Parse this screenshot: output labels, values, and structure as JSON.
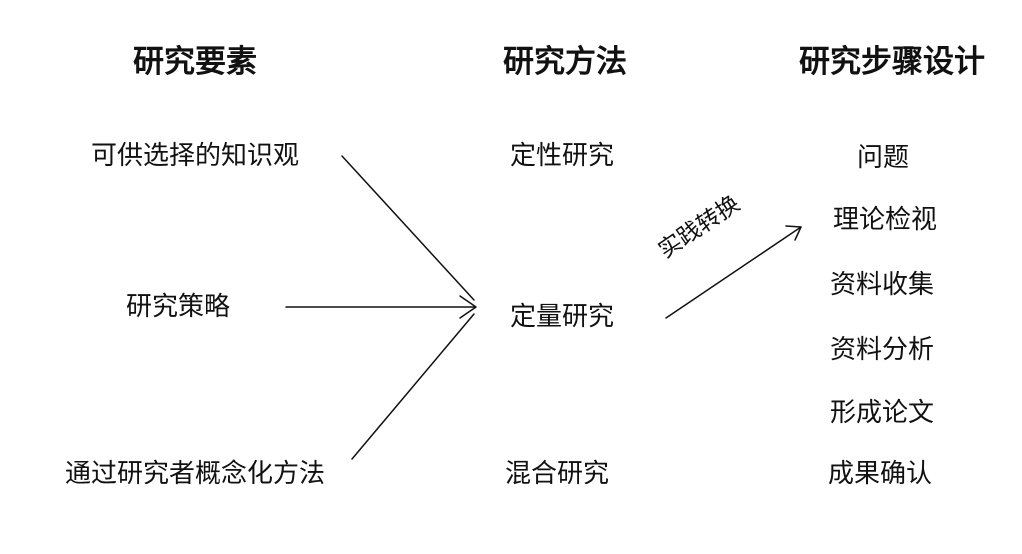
{
  "columns": {
    "elements": {
      "header": "研究要素",
      "items": [
        "可供选择的知识观",
        "研究策略",
        "通过研究者概念化方法"
      ]
    },
    "methods": {
      "header": "研究方法",
      "items": [
        "定性研究",
        "定量研究",
        "混合研究"
      ]
    },
    "steps": {
      "header": "研究步骤设计",
      "items": [
        "问题",
        "理论检视",
        "资料收集",
        "资料分析",
        "形成论文",
        "成果确认"
      ]
    }
  },
  "transition_label": "实践转换",
  "colors": {
    "text": "#111111",
    "arrow": "#111111",
    "background": "#ffffff"
  }
}
